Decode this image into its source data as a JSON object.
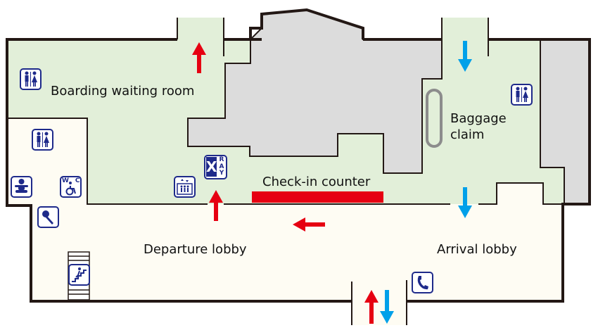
{
  "labels": {
    "boarding": "Boarding waiting room",
    "checkin": "Check-in counter",
    "departure": "Departure lobby",
    "arrival": "Arrival lobby",
    "baggage_line1": "Baggage",
    "baggage_line2": "claim"
  },
  "icons": {
    "restroom": "restroom-icon",
    "baby": "baby-care-icon",
    "wheelchair_wc": "accessible-toilet-icon",
    "key": "locker-key-icon",
    "elevator": "elevator-icon",
    "xray": "x-ray-inspection-icon",
    "escalator": "escalator-icon",
    "phone": "telephone-icon",
    "xray_text": "RAY",
    "wc_text": "WC"
  },
  "colors": {
    "restricted_area": "#e2efd9",
    "public_area": "#fefcf3",
    "unavailable_area": "#dcdcdc",
    "wall": "#231815",
    "departure_arrow": "#e60012",
    "arrival_arrow": "#00a0e9",
    "checkin_counter": "#e60012",
    "icon": "#1e2a8a"
  }
}
